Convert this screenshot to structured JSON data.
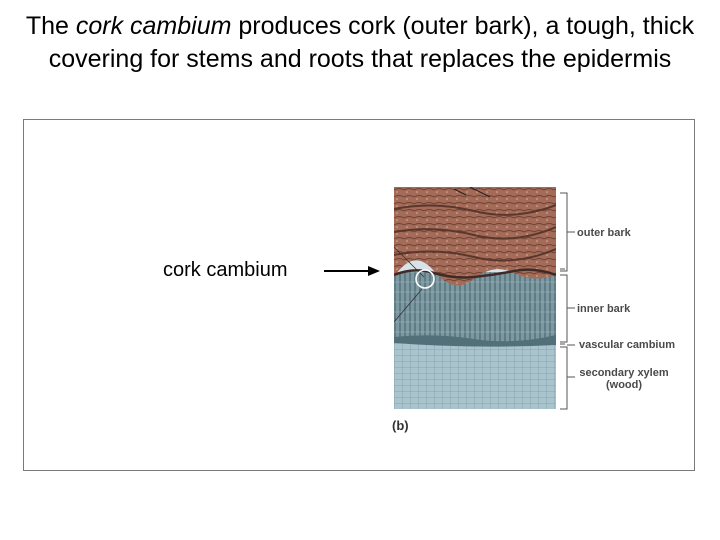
{
  "slide": {
    "title_part1": "The ",
    "title_italic": "cork cambium",
    "title_part2": " produces cork (outer bark), a tough, thick covering for stems and roots that replaces the epidermis",
    "side_label": "cork cambium"
  },
  "figure": {
    "labels": {
      "outer_bark": "outer bark",
      "inner_bark": "inner bark",
      "vascular_cambium": "vascular cambium",
      "secondary_xylem": "secondary xylem",
      "wood": "(wood)",
      "panel": "(b)"
    },
    "colors": {
      "bark": "#9a6450",
      "bark_dark": "#5a3a30",
      "phloem": "#6f8e97",
      "xylem": "#a9c4ce"
    }
  }
}
